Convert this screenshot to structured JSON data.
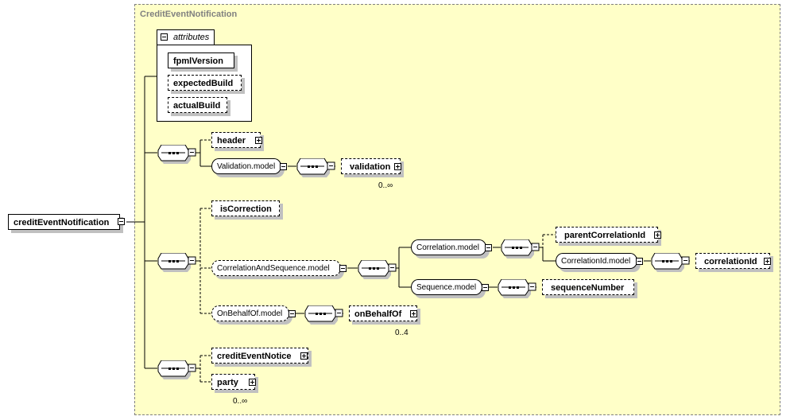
{
  "group": {
    "title": "CreditEventNotification"
  },
  "root": {
    "label": "creditEventNotification",
    "toggle": "minus"
  },
  "attributes": {
    "tab_label": "attributes",
    "items": [
      {
        "label": "fpmlVersion",
        "required": true
      },
      {
        "label": "expectedBuild",
        "required": false
      },
      {
        "label": "actualBuild",
        "required": false
      }
    ]
  },
  "sequence1": {
    "header": {
      "label": "header",
      "toggle": "plus",
      "optional": true
    },
    "validation_model": {
      "label": "Validation.model",
      "toggle": "minus"
    },
    "validation": {
      "label": "validation",
      "toggle": "plus",
      "cardinality": "0..∞",
      "documented": true
    }
  },
  "sequence2": {
    "isCorrection": {
      "label": "isCorrection",
      "documented": true
    },
    "correlation_and_sequence_model": {
      "label": "CorrelationAndSequence.model",
      "toggle": "minus"
    },
    "correlation_model": {
      "label": "Correlation.model",
      "toggle": "minus"
    },
    "parentCorrelationId": {
      "label": "parentCorrelationId",
      "toggle": "plus",
      "documented": true
    },
    "correlationId_model": {
      "label": "CorrelationId.model",
      "toggle": "minus"
    },
    "correlationId": {
      "label": "correlationId",
      "toggle": "plus",
      "documented": true
    },
    "sequence_model": {
      "label": "Sequence.model",
      "toggle": "minus"
    },
    "sequenceNumber": {
      "label": "sequenceNumber",
      "documented": true
    },
    "onBehalfOf_model": {
      "label": "OnBehalfOf.model",
      "toggle": "minus"
    },
    "onBehalfOf": {
      "label": "onBehalfOf",
      "toggle": "plus",
      "cardinality": "0..4"
    }
  },
  "sequence3": {
    "creditEventNotice": {
      "label": "creditEventNotice",
      "toggle": "plus"
    },
    "party": {
      "label": "party",
      "toggle": "plus",
      "cardinality": "0..∞"
    }
  },
  "colors": {
    "group_bg": "#ffffc8",
    "group_border": "#808080",
    "shadow": "#c0c0c0"
  }
}
